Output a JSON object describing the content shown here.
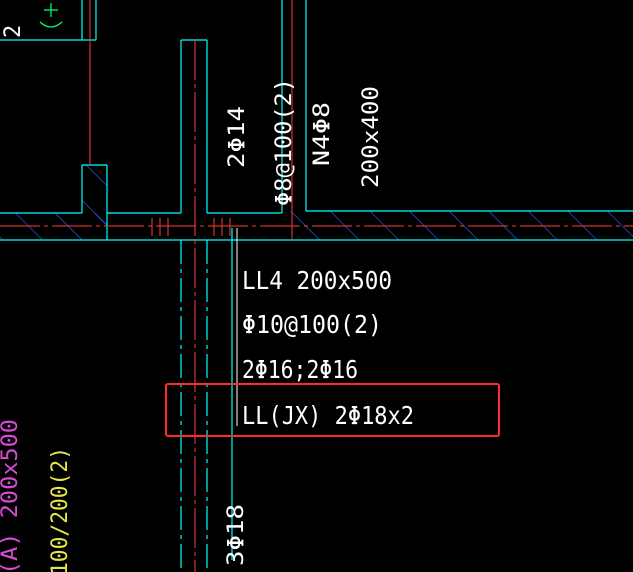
{
  "colors": {
    "background": "#000000",
    "wall_outline": "#00ffff",
    "axis_line": "#ff3b3b",
    "annotation_text": "#ffffff",
    "hatch": "#2f6bff",
    "leader_green": "#00ff66",
    "side_magenta": "#d54bd5",
    "side_yellow": "#e6e64b",
    "highlight_box": "#ff2a2a"
  },
  "icons": {
    "axis_marker": "crosshair-icon"
  },
  "labels": {
    "vertical_column_rebar": "2Φ14",
    "vertical_stirrup": "Φ8@100(2)",
    "vertical_tie_bar": "N4Φ8",
    "vertical_section_size": "200x400",
    "beam_name_size": "LL4 200x500",
    "beam_stirrup": "Φ10@100(2)",
    "beam_longitudinal": "2Φ16;2Φ16",
    "beam_diagonal_highlight": "LL(JX) 2Φ18x2",
    "bottom_rebar": "3Φ18",
    "left_magenta_fragment": "(A) 200x500",
    "left_yellow_fragment": "100/200(2)",
    "top_left_fragment": "2"
  }
}
